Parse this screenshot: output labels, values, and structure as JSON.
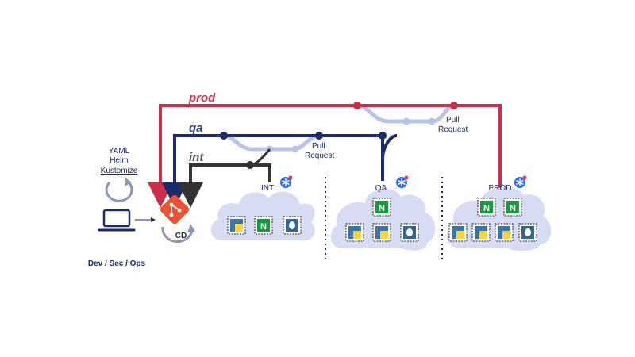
{
  "branches": {
    "prod": "prod",
    "qa": "qa",
    "int": "int"
  },
  "pull_requests": {
    "qa": [
      "Pull",
      "Request"
    ],
    "prod": [
      "Pull",
      "Request"
    ]
  },
  "tools": [
    "YAML",
    "Helm",
    "Kustomize"
  ],
  "workstation": {
    "icon": "laptop-icon",
    "label": "Dev / Sec / Ops"
  },
  "cd": {
    "icon": "git-icon",
    "label": "CD"
  },
  "environments": [
    {
      "name": "INT"
    },
    {
      "name": "QA"
    },
    {
      "name": "PROD"
    }
  ],
  "colors": {
    "prod": "#cc2f4a",
    "qa": "#1b2a6b",
    "int": "#333333",
    "branch_light": "#b9c3ea",
    "cloud": "#d7dcf3",
    "git": "#f05133",
    "kubernetes": "#326ce5",
    "nginx": "#159a3c"
  }
}
